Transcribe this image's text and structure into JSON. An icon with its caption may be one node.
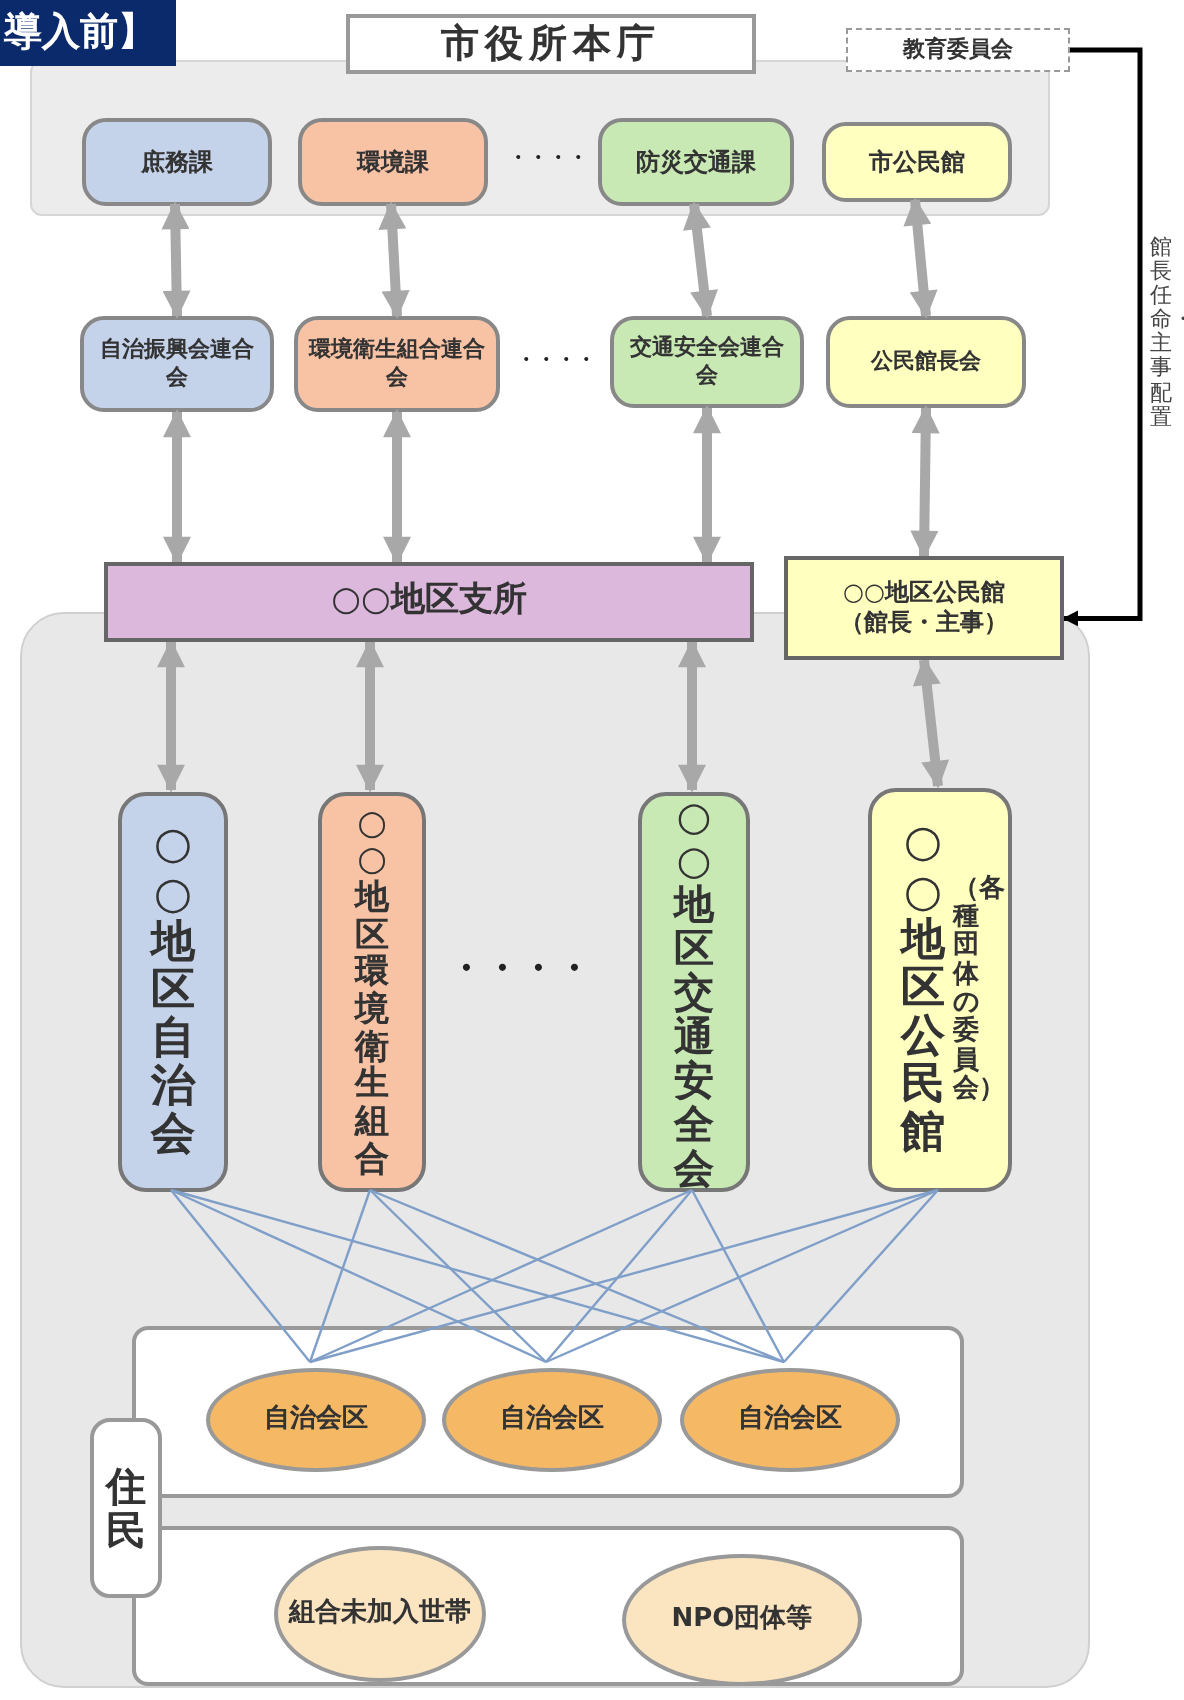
{
  "diagram": {
    "nodes": [
      {
        "text": [
          "市役所本庁"
        ]
      },
      {
        "text": [
          "教育委員会"
        ]
      },
      {
        "text": [
          "庶務課"
        ],
        "in": 0
      },
      {
        "text": [
          "環境課"
        ],
        "in": 0
      },
      {
        "text": [
          "防災交通課"
        ],
        "in": 0
      },
      {
        "text": [
          "市公民館"
        ],
        "in": 0
      },
      {
        "text": [
          "自治振興会連合会"
        ]
      },
      {
        "text": [
          "環境衛生組合連合会"
        ]
      },
      {
        "text": [
          "交通安全会連合会"
        ]
      },
      {
        "text": [
          "公民館長会"
        ]
      },
      {
        "text": [
          "○○地区支所"
        ]
      },
      {
        "text": [
          "○○地区公民館",
          "（館長・主事）"
        ]
      },
      {
        "text": [],
        "shape": "box"
      },
      {
        "text": [
          "○○地区自治会"
        ],
        "in": 12
      },
      {
        "text": [
          "○○地区環境衛生組合"
        ],
        "in": 12
      },
      {
        "text": [
          "○○地区交通安全会"
        ],
        "in": 12
      },
      {
        "text": [
          "○○地区公民館",
          "（各種団体の委員会）"
        ],
        "in": 12
      },
      {
        "text": [],
        "shape": "box",
        "in": 12
      },
      {
        "text": [
          "自治会区"
        ],
        "in": 17
      },
      {
        "text": [
          "自治会区"
        ],
        "in": 17
      },
      {
        "text": [
          "自治会区"
        ],
        "in": 17
      },
      {
        "text": [],
        "shape": "box",
        "in": 12
      },
      {
        "text": [
          "組合未加入世帯"
        ],
        "in": 21
      },
      {
        "text": [
          "NPO団体等"
        ],
        "in": 21
      },
      {
        "text": [
          "住民"
        ],
        "in": 12
      }
    ],
    "edges": [
      {
        "from": 2,
        "to": 6,
        "arrow": "both",
        "style": "thick",
        "color": "#a8a8a8"
      },
      {
        "from": 3,
        "to": 7,
        "arrow": "both",
        "style": "thick",
        "color": "#a8a8a8"
      },
      {
        "from": 4,
        "to": 8,
        "arrow": "both",
        "style": "thick",
        "color": "#a8a8a8"
      },
      {
        "from": 5,
        "to": 9,
        "arrow": "both",
        "style": "thick",
        "color": "#a8a8a8"
      },
      {
        "from": 6,
        "to": 10,
        "arrow": "both",
        "style": "thick",
        "color": "#a8a8a8"
      },
      {
        "from": 7,
        "to": 10,
        "arrow": "both",
        "style": "thick",
        "color": "#a8a8a8"
      },
      {
        "from": 8,
        "to": 10,
        "arrow": "both",
        "style": "thick",
        "color": "#a8a8a8"
      },
      {
        "from": 9,
        "to": 11,
        "arrow": "both",
        "style": "thick",
        "color": "#a8a8a8"
      },
      {
        "from": 10,
        "to": 13,
        "arrow": "both",
        "style": "thick",
        "color": "#a8a8a8"
      },
      {
        "from": 10,
        "to": 14,
        "arrow": "both",
        "style": "thick",
        "color": "#a8a8a8"
      },
      {
        "from": 10,
        "to": 15,
        "arrow": "both",
        "style": "thick",
        "color": "#a8a8a8"
      },
      {
        "from": 11,
        "to": 16,
        "arrow": "both",
        "style": "thick",
        "color": "#a8a8a8"
      },
      {
        "from": 13,
        "to": 18,
        "arrow": "none"
      },
      {
        "from": 13,
        "to": 19,
        "arrow": "none"
      },
      {
        "from": 13,
        "to": 20,
        "arrow": "none"
      },
      {
        "from": 14,
        "to": 18,
        "arrow": "none"
      },
      {
        "from": 14,
        "to": 19,
        "arrow": "none"
      },
      {
        "from": 14,
        "to": 20,
        "arrow": "none"
      },
      {
        "from": 15,
        "to": 18,
        "arrow": "none"
      },
      {
        "from": 15,
        "to": 19,
        "arrow": "none"
      },
      {
        "from": 15,
        "to": 20,
        "arrow": "none"
      },
      {
        "from": 16,
        "to": 18,
        "arrow": "none"
      },
      {
        "from": 16,
        "to": 19,
        "arrow": "none"
      },
      {
        "from": 16,
        "to": 20,
        "arrow": "none"
      },
      {
        "from": 1,
        "to": 11,
        "arrow": "to",
        "color": "#000000",
        "label": "館長任命・主事配置"
      }
    ],
    "labels": [
      "導入前】",
      "・・・・",
      "・・・・",
      "・・・・"
    ]
  }
}
